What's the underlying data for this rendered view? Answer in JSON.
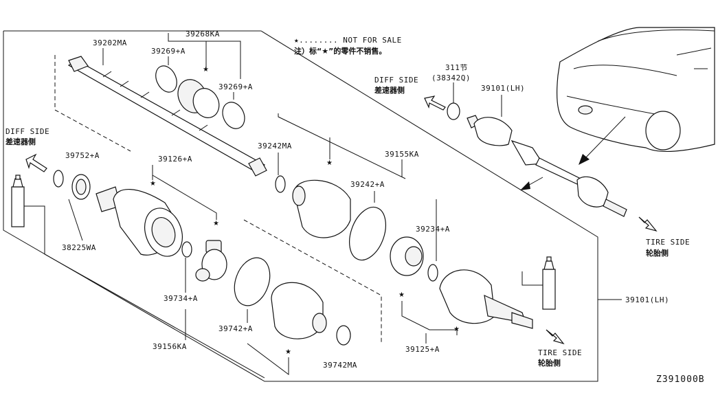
{
  "notes": {
    "not_for_sale": "★........ NOT FOR SALE",
    "not_for_sale_cn": "注）标“★”的零件不销售。"
  },
  "labels": {
    "p39202MA": "39202MA",
    "p39268KA": "39268KA",
    "p39269A_1": "39269+A",
    "p39269A_2": "39269+A",
    "p39752A": "39752+A",
    "p39126A": "39126+A",
    "p39242MA": "39242MA",
    "p39155KA": "39155KA",
    "p39242A": "39242+A",
    "p39234A": "39234+A",
    "p38225WA": "38225WA",
    "p39734A": "39734+A",
    "p39742A": "39742+A",
    "p39156KA": "39156KA",
    "p39742MA": "39742MA",
    "p39125A": "39125+A",
    "p39101LH_top": "39101(LH)",
    "p39101LH_right": "39101(LH)",
    "p311": "311节",
    "p38342Q": "(38342Q)"
  },
  "sides": {
    "diff_left": "DIFF SIDE",
    "diff_left_cn": "差速器侧",
    "diff_top": "DIFF SIDE",
    "diff_top_cn": "差速器侧",
    "tire_right": "TIRE SIDE",
    "tire_right_cn": "轮胎侧",
    "tire_bottom": "TIRE SIDE",
    "tire_bottom_cn": "轮胎侧"
  },
  "diagram_code": "Z391000B",
  "marker": "★"
}
